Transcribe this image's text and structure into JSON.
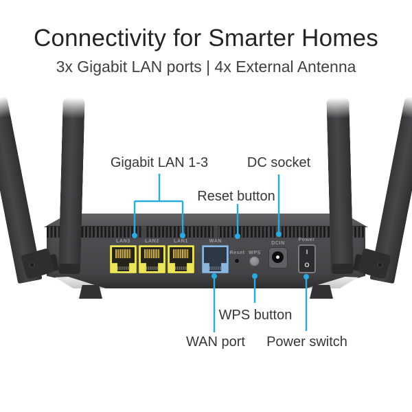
{
  "header": {
    "title": "Connectivity for Smarter Homes",
    "subtitle": "3x Gigabit LAN ports | 4x External Antenna"
  },
  "callouts": {
    "gigabit_lan": {
      "label": "Gigabit LAN 1-3"
    },
    "dc_socket": {
      "label": "DC socket"
    },
    "reset_button": {
      "label": "Reset button"
    },
    "wps_button": {
      "label": "WPS button"
    },
    "wan_port": {
      "label": "WAN port"
    },
    "power_switch": {
      "label": "Power switch"
    }
  },
  "rear_panel": {
    "lan_ports": [
      {
        "label": "LAN3"
      },
      {
        "label": "LAN2"
      },
      {
        "label": "LAN1"
      }
    ],
    "wan_label": "WAN",
    "reset_label": "Reset",
    "wps_label": "WPS",
    "dcin_label": "DCIN",
    "power_label": "Power",
    "power_switch_on": "I",
    "power_switch_off": "O"
  },
  "colors": {
    "callout_accent": "#29abe2",
    "lan_port_yellow": "#ece65a",
    "wan_port_blue": "#8cb6de",
    "body_gray": "#4a4a4d",
    "background": "#ffffff"
  }
}
